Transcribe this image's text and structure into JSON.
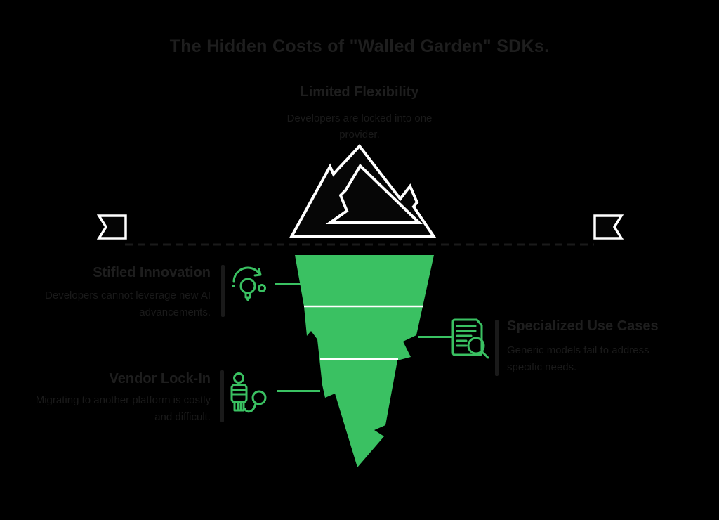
{
  "title": "The Hidden Costs of \"Walled Garden\" SDKs.",
  "colors": {
    "background": "#000000",
    "accent_green": "#3ac162",
    "outline_white": "#ffffff",
    "muted_dark": "#1a1a1a"
  },
  "iceberg": {
    "above_waterline_icon": "mountain-icon",
    "waterline_style": "dashed",
    "submerged_segments": 3
  },
  "sections": {
    "center": {
      "heading": "Limited Flexibility",
      "description": "Developers are locked into one provider.",
      "icon": "mountain-icon"
    },
    "innovation": {
      "heading": "Stifled Innovation",
      "description": "Developers cannot leverage new AI advancements.",
      "icon": "lightbulb-refresh-icon"
    },
    "use_cases": {
      "heading": "Specialized Use Cases",
      "description": "Generic models fail to address specific needs.",
      "icon": "document-search-icon"
    },
    "lock_in": {
      "heading": "Vendor Lock-In",
      "description": "Migrating to another platform is costly and difficult.",
      "icon": "prisoner-ball-chain-icon"
    }
  }
}
